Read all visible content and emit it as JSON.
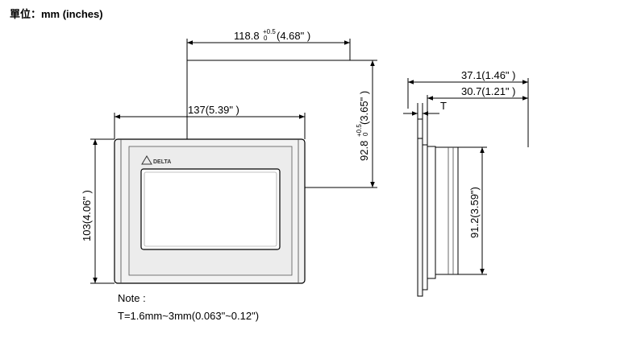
{
  "units_label": "單位：mm (inches)",
  "brand": "DELTA",
  "front_view": {
    "cutout_width": "118.8",
    "cutout_width_tol_upper": "+0.5",
    "cutout_width_tol_lower": "0",
    "cutout_width_inches": "(4.68\" )",
    "width": "137(5.39\" )",
    "height": "103(4.06\" )",
    "cutout_height": "92.8",
    "cutout_height_tol_upper": "+0.5",
    "cutout_height_tol_lower": "0",
    "cutout_height_inches": "(3.65\" )"
  },
  "side_view": {
    "depth_total": "37.1(1.46\"  )",
    "depth_body": "30.7(1.21\"  )",
    "panel_thickness_label": "T",
    "body_height": "91.2(3.59\")"
  },
  "note": {
    "title": "Note :",
    "text": "T=1.6mm~3mm(0.063\"~0.12\")"
  }
}
